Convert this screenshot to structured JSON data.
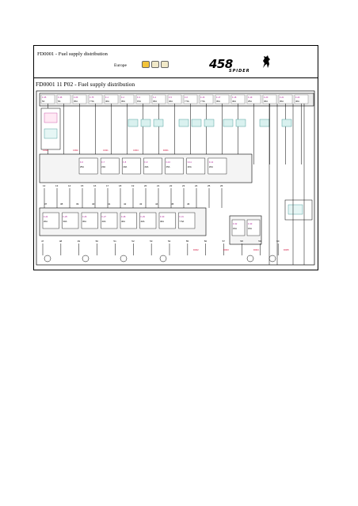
{
  "header": {
    "doc_title": "FD0001 - Fuel supply distribution",
    "region": "Europe",
    "brand_model": "458",
    "brand_variant": "SPIDER"
  },
  "sheet": {
    "title": "FD0001  11  P02 - Fuel supply distribution"
  },
  "diagram": {
    "top_fuses": [
      {
        "id": "F-35",
        "rating": "5A"
      },
      {
        "id": "F-36",
        "rating": "5A"
      },
      {
        "id": "F-69",
        "rating": "30A"
      },
      {
        "id": "F-75",
        "rating": "7.5A"
      },
      {
        "id": "F-1",
        "rating": "40A"
      },
      {
        "id": "F-2",
        "rating": "30A"
      },
      {
        "id": "F-3",
        "rating": "15A"
      },
      {
        "id": "F-4",
        "rating": "30A"
      },
      {
        "id": "F-5",
        "rating": "40A"
      },
      {
        "id": "F-6",
        "rating": "7.5A"
      },
      {
        "id": "F-16",
        "rating": "7.5A"
      },
      {
        "id": "F-17",
        "rating": "30A"
      },
      {
        "id": "F-18",
        "rating": "40A"
      },
      {
        "id": "F-19",
        "rating": "25A"
      },
      {
        "id": "F-20",
        "rating": "40A"
      },
      {
        "id": "F-21",
        "rating": "30A"
      },
      {
        "id": "F-22",
        "rating": "40A"
      }
    ],
    "mid_relays": [
      {
        "id": "F-6",
        "rating": "25A"
      },
      {
        "id": "F-7",
        "rating": "20A"
      },
      {
        "id": "F-8",
        "rating": "40A"
      },
      {
        "id": "F-9",
        "rating": "40A"
      },
      {
        "id": "F-10",
        "rating": "25A"
      },
      {
        "id": "F-11",
        "rating": "20A"
      },
      {
        "id": "F-12",
        "rating": "20A"
      }
    ],
    "low_relays": [
      {
        "id": "F-24",
        "rating": "20A"
      },
      {
        "id": "F-25",
        "rating": "30A"
      },
      {
        "id": "F-26",
        "rating": "30A"
      },
      {
        "id": "F-27",
        "rating": "40A"
      },
      {
        "id": "F-28",
        "rating": "40A"
      },
      {
        "id": "F-29",
        "rating": "40A"
      },
      {
        "id": "F-30",
        "rating": "40A"
      },
      {
        "id": "F-31",
        "rating": "7.5A"
      }
    ],
    "mid_pins": [
      "12",
      "13",
      "14",
      "15",
      "16",
      "17",
      "18",
      "19",
      "20",
      "21",
      "22",
      "23",
      "24",
      "25",
      "26"
    ],
    "low_pins": [
      "37",
      "38",
      "39",
      "40",
      "41",
      "42",
      "43",
      "44",
      "45",
      "46"
    ],
    "bottom_pins": [
      "47",
      "48",
      "49",
      "50",
      "51",
      "52",
      "53",
      "54",
      "55",
      "56",
      "57",
      "58",
      "59",
      "60"
    ],
    "right_relays": [
      {
        "id": "F-32",
        "rating": "15A"
      },
      {
        "id": "F-33",
        "rating": "15A"
      }
    ],
    "connector_labels": [
      "C019",
      "C002",
      "C021",
      "C004",
      "D001",
      "D002",
      "D003",
      "D004",
      "D005"
    ]
  }
}
